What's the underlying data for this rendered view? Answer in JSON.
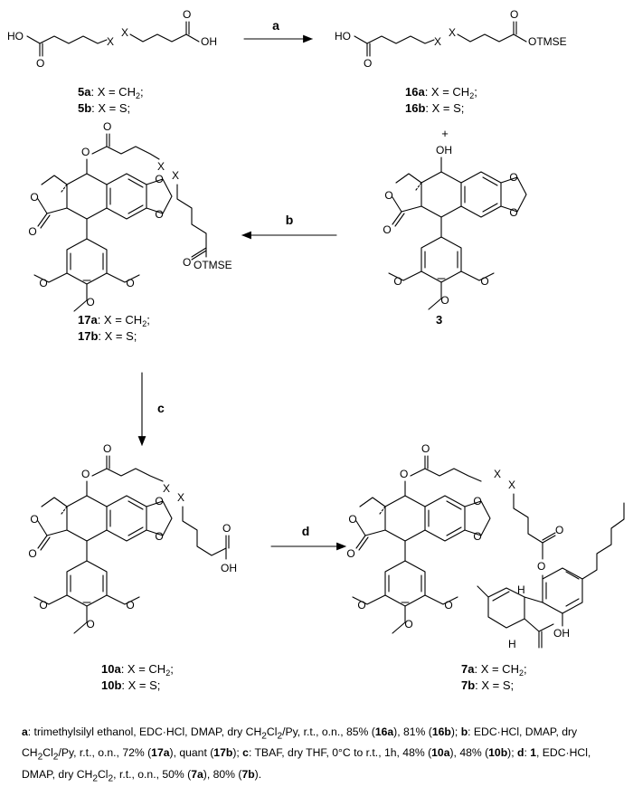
{
  "compounds": {
    "c5": {
      "line1_num": "5a",
      "line1_text": ": X = CH",
      "line1_sub": "2",
      "line1_end": ";",
      "line2_num": "5b",
      "line2_text": ": X = S;"
    },
    "c16": {
      "line1_num": "16a",
      "line1_text": ": X = CH",
      "line1_sub": "2",
      "line1_end": ";",
      "line2_num": "16b",
      "line2_text": ": X = S;"
    },
    "c17": {
      "line1_num": "17a",
      "line1_text": ": X = CH",
      "line1_sub": "2",
      "line1_end": ";",
      "line2_num": "17b",
      "line2_text": ": X = S;"
    },
    "c10": {
      "line1_num": "10a",
      "line1_text": ": X = CH",
      "line1_sub": "2",
      "line1_end": ";",
      "line2_num": "10b",
      "line2_text": ": X = S;"
    },
    "c7": {
      "line1_num": "7a",
      "line1_text": ": X = CH",
      "line1_sub": "2",
      "line1_end": ";",
      "line2_num": "7b",
      "line2_text": ": X = S;"
    },
    "c3": {
      "label": "3"
    }
  },
  "plus": "+",
  "atoms": {
    "HO": "HO",
    "OH": "OH",
    "X": "X",
    "O": "O",
    "OTMSE": "OTMSE",
    "H": "H"
  },
  "steps": {
    "a": "a",
    "b": "b",
    "c": "c",
    "d": "d"
  },
  "caption": {
    "a_key": "a",
    "a_text": ": trimethylsilyl ethanol, EDC·HCl, DMAP, dry CH",
    "a_sub1": "2",
    "a_text2": "Cl",
    "a_sub2": "2",
    "a_text3": "/Py, r.t., o.n., 85% (",
    "a_c1": "16a",
    "a_text4": "), 81% (",
    "a_c2": "16b",
    "a_text5": "); ",
    "b_key": "b",
    "b_text": ": EDC·HCl, DMAP, dry CH",
    "b_sub1": "2",
    "b_text2": "Cl",
    "b_sub2": "2",
    "b_text3": "/Py, r.t., o.n., 72% (",
    "b_c1": "17a",
    "b_text4": "), quant (",
    "b_c2": "17b",
    "b_text5": "); ",
    "c_key": "c",
    "c_text": ": TBAF, dry THF, 0°C to r.t., 1h, 48% (",
    "c_c1": "10a",
    "c_text2": "), 48% (",
    "c_c2": "10b",
    "c_text3": "); ",
    "d_key": "d",
    "d_text": ": ",
    "d_c0": "1",
    "d_text1": ", EDC·HCl, DMAP, dry CH",
    "d_sub1": "2",
    "d_text2": "Cl",
    "d_sub2": "2",
    "d_text3": ", r.t., o.n., 50% (",
    "d_c1": "7a",
    "d_text4": "), 80% (",
    "d_c2": "7b",
    "d_text5": ")."
  }
}
